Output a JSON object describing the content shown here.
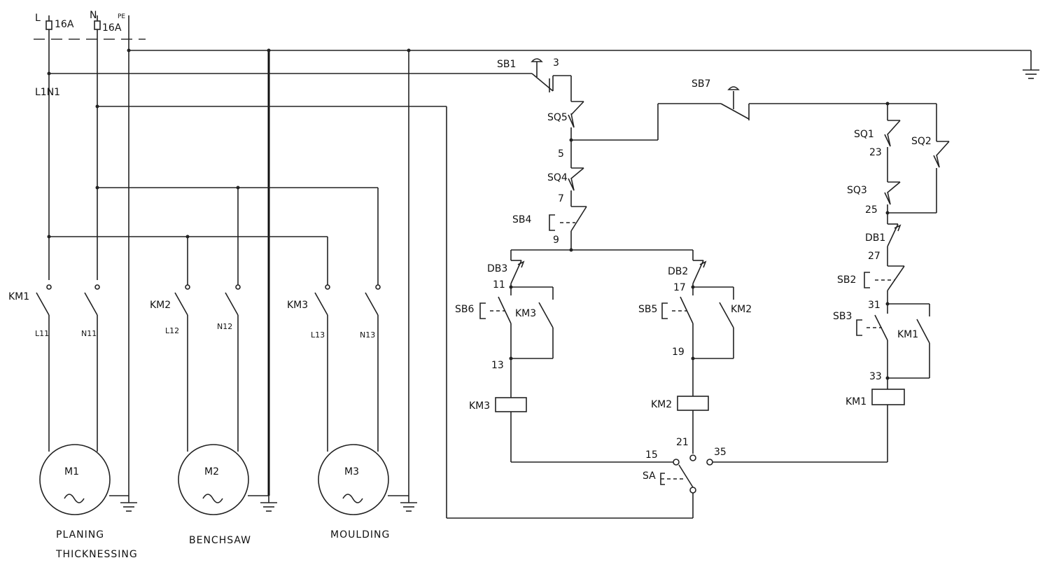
{
  "supply": {
    "line": "L",
    "neutral": "N",
    "earth": "PE",
    "fuse_l": "16A",
    "fuse_n": "16A",
    "l1n1": "L1N1"
  },
  "contactors": {
    "km1": "KM1",
    "km2": "KM2",
    "km3": "KM3"
  },
  "wires": {
    "l11": "L11",
    "n11": "N11",
    "l12": "L12",
    "n12": "N12",
    "l13": "L13",
    "n13": "N13"
  },
  "motors": {
    "m1": {
      "id": "M1",
      "name_line1": "PLANING",
      "name_line2": "THICKNESSING"
    },
    "m2": {
      "id": "M2",
      "name_line1": "BENCHSAW"
    },
    "m3": {
      "id": "M3",
      "name_line1": "MOULDING"
    }
  },
  "controls": {
    "sb1": "SB1",
    "sb2": "SB2",
    "sb3": "SB3",
    "sb4": "SB4",
    "sb5": "SB5",
    "sb6": "SB6",
    "sb7": "SB7",
    "sq1": "SQ1",
    "sq2": "SQ2",
    "sq3": "SQ3",
    "sq4": "SQ4",
    "sq5": "SQ5",
    "db1": "DB1",
    "db2": "DB2",
    "db3": "DB3",
    "sa": "SA"
  },
  "nodes": {
    "n3": "3",
    "n5": "5",
    "n7": "7",
    "n9": "9",
    "n11": "11",
    "n13": "13",
    "n15": "15",
    "n17": "17",
    "n19": "19",
    "n21": "21",
    "n23": "23",
    "n25": "25",
    "n27": "27",
    "n31": "31",
    "n33": "33",
    "n35": "35"
  }
}
